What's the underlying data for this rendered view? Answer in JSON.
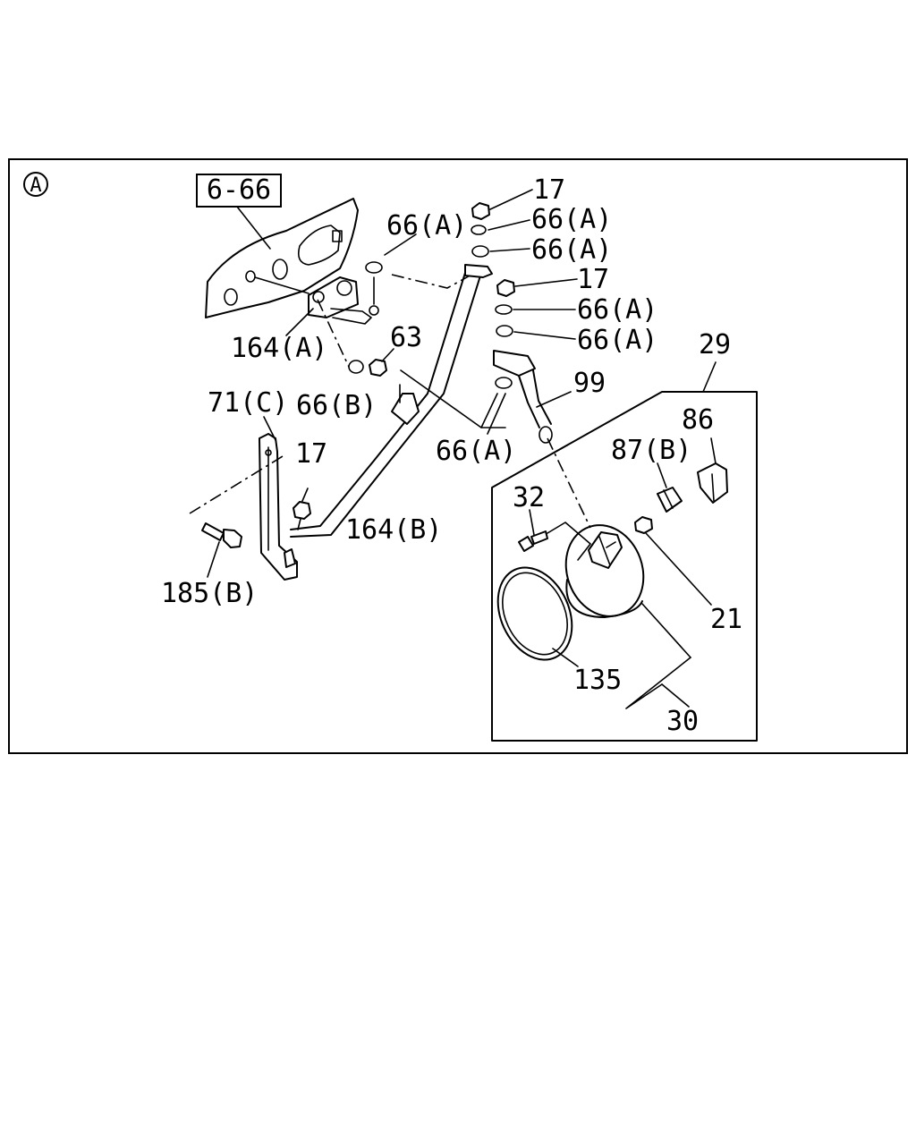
{
  "section_marker": "A",
  "reference_box": "6-66",
  "labels": {
    "p17_top": "17",
    "p66a_1": "66(A)",
    "p66a_2": "66(A)",
    "p66a_left": "66(A)",
    "p17_mid": "17",
    "p66a_3": "66(A)",
    "p66a_4": "66(A)",
    "p29": "29",
    "p164a": "164(A)",
    "p63": "63",
    "p99": "99",
    "p71c": "71(C)",
    "p66b": "66(B)",
    "p86": "86",
    "p17_low": "17",
    "p66a_5": "66(A)",
    "p87b": "87(B)",
    "p32": "32",
    "p164b": "164(B)",
    "p185b": "185(B)",
    "p21": "21",
    "p135": "135",
    "p30": "30"
  }
}
